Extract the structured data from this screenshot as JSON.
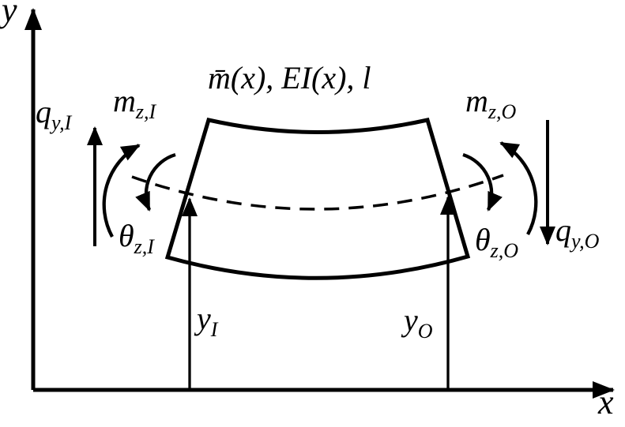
{
  "figure": {
    "title": "beam-element-free-body-diagram",
    "ink": "#000000",
    "paper": "#ffffff"
  },
  "axes": {
    "x_label": "x",
    "y_label": "y"
  },
  "beam": {
    "property_label": "m̄(x), EI(x), l"
  },
  "labels": {
    "shear_in": {
      "main": "q",
      "sub": "y,I"
    },
    "moment_in": {
      "main": "m",
      "sub": "z,I"
    },
    "rotation_in": {
      "main": "θ",
      "sub": "z,I"
    },
    "shear_out": {
      "main": "q",
      "sub": "y,O"
    },
    "moment_out": {
      "main": "m",
      "sub": "z,O"
    },
    "rotation_out": {
      "main": "θ",
      "sub": "z,O"
    },
    "deflection_in": {
      "main": "y",
      "sub": "I"
    },
    "deflection_out": {
      "main": "y",
      "sub": "O"
    }
  }
}
